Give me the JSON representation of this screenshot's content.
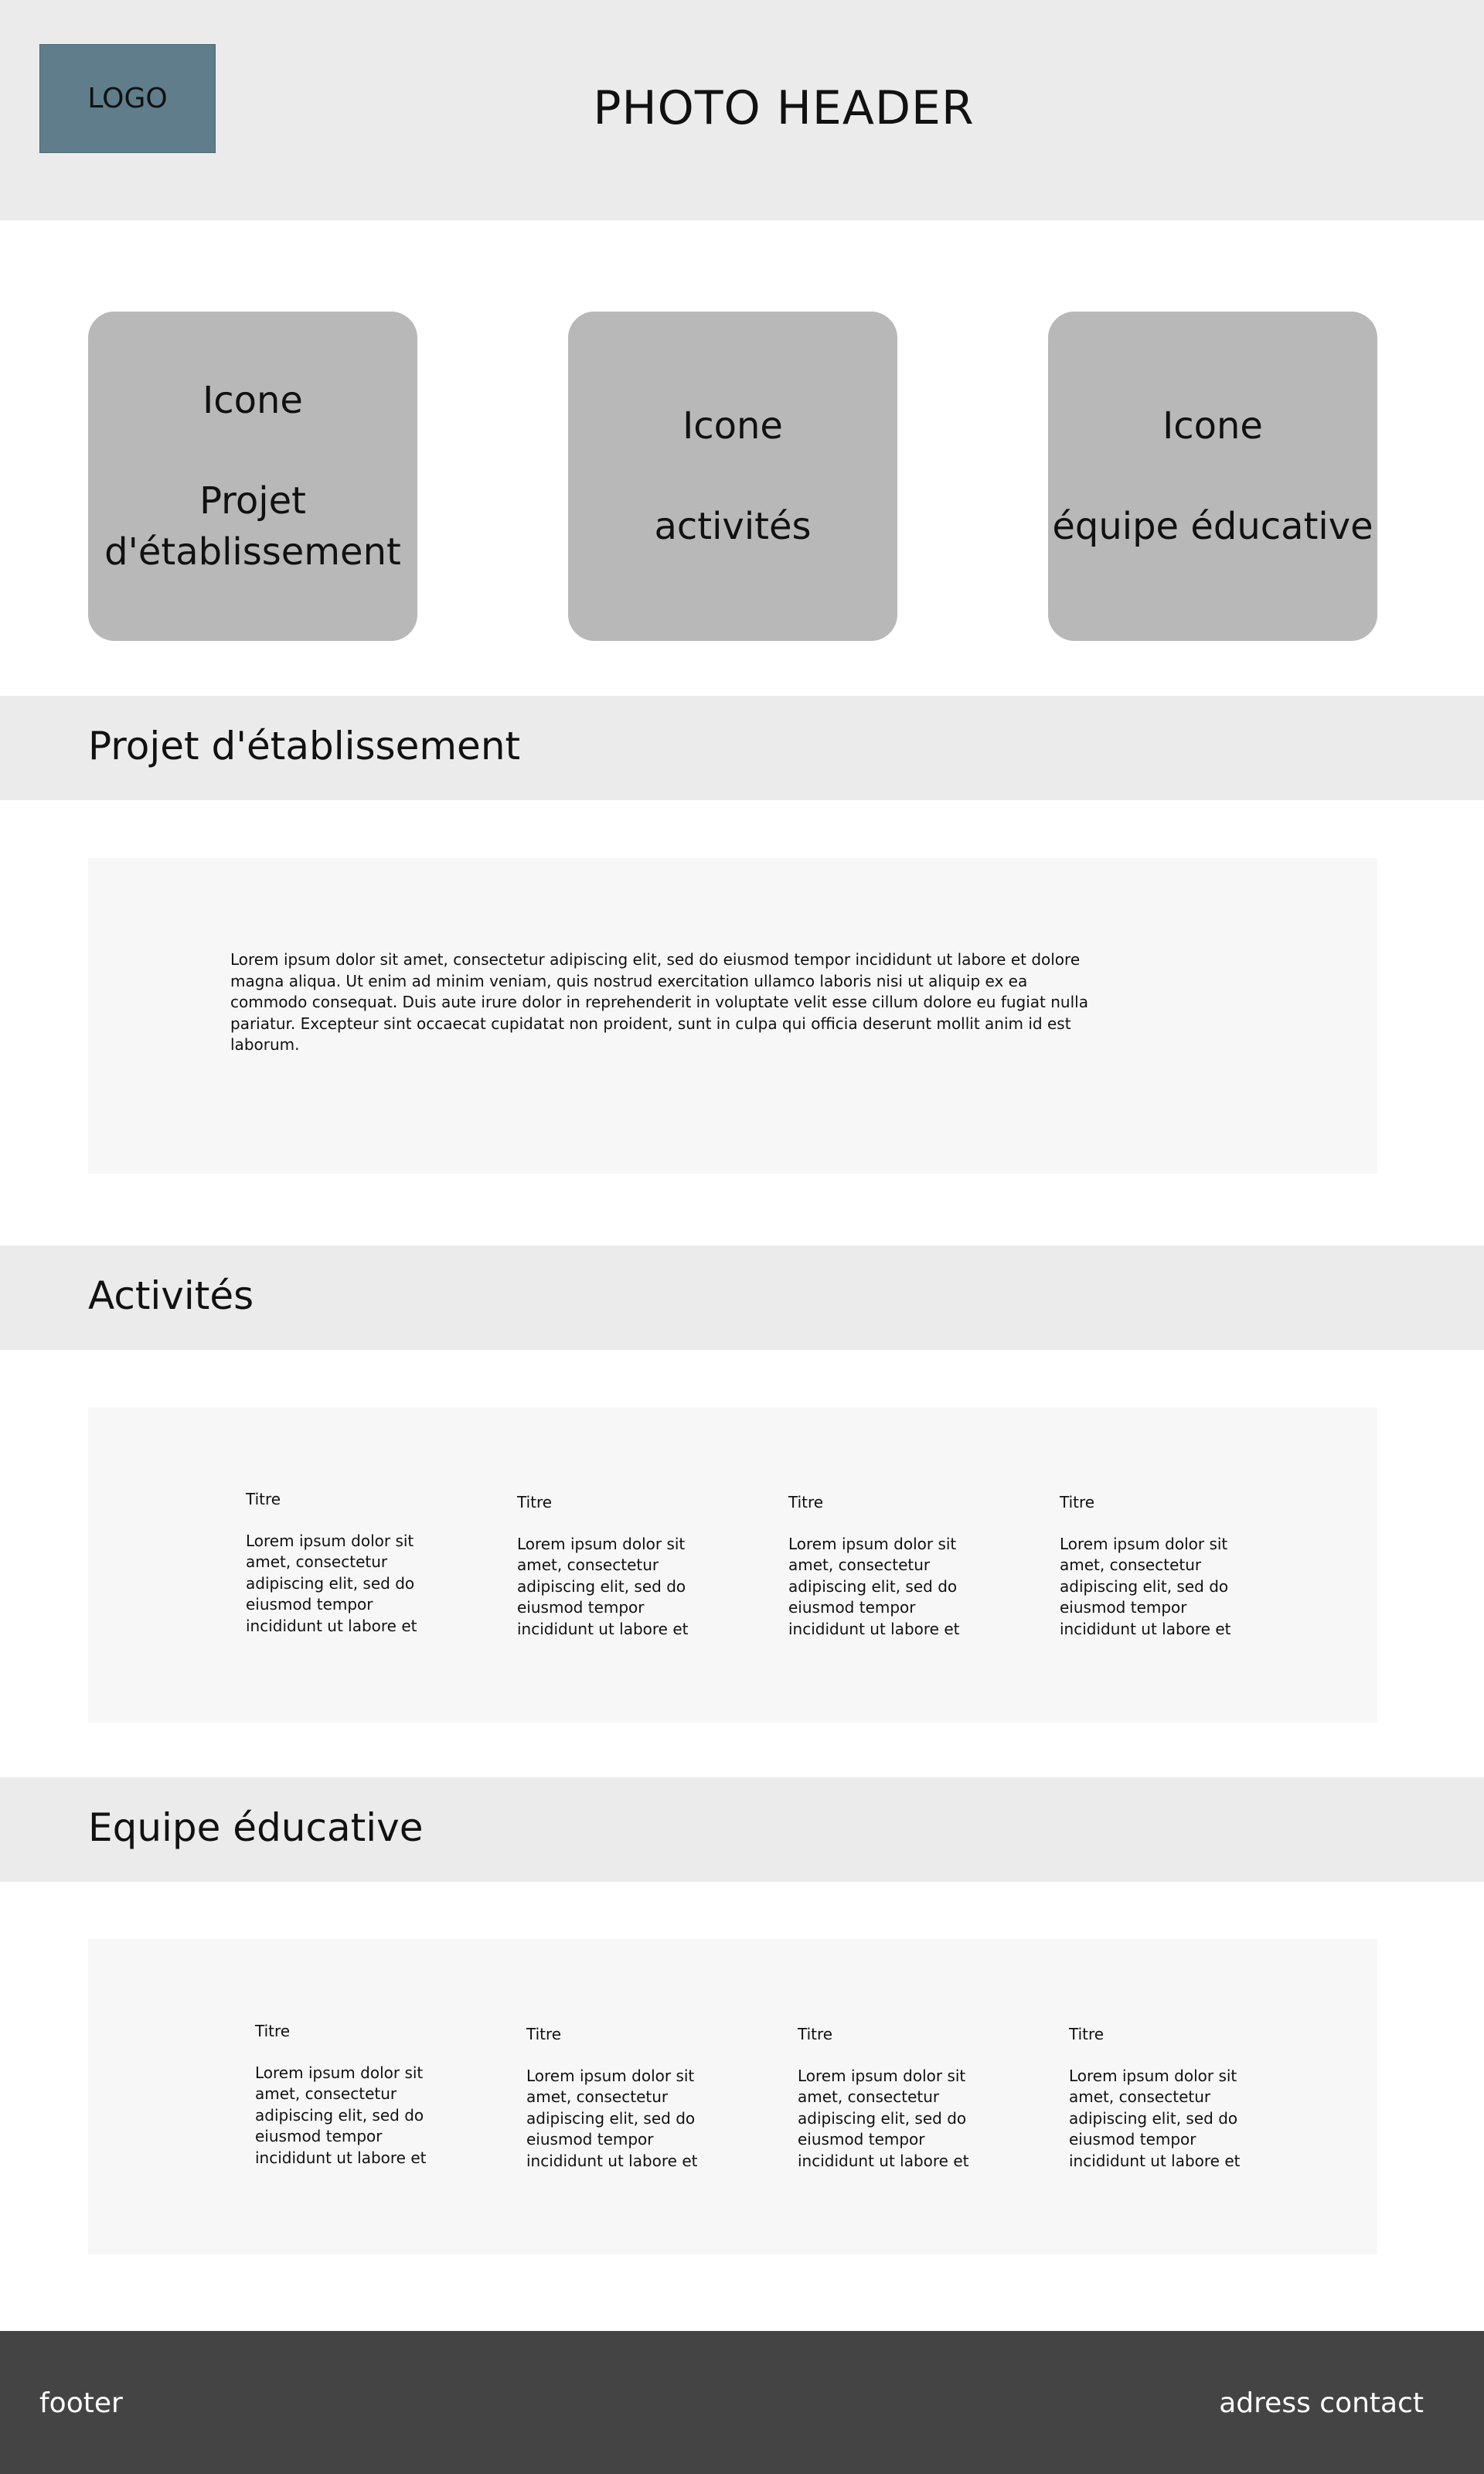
{
  "header": {
    "logo": "LOGO",
    "title": "PHOTO HEADER"
  },
  "cards": [
    {
      "icon": "Icone",
      "label_lines": [
        "Projet",
        "d'établissement"
      ]
    },
    {
      "icon": "Icone",
      "label_lines": [
        "activités"
      ]
    },
    {
      "icon": "Icone",
      "label_lines": [
        "équipe éducative"
      ]
    }
  ],
  "sections": {
    "projet": {
      "title": "Projet d'établissement",
      "text": "Lorem ipsum dolor sit amet, consectetur adipiscing elit, sed do eiusmod tempor incididunt ut labore et dolore magna aliqua. Ut enim ad minim veniam, quis nostrud exercitation ullamco laboris nisi ut aliquip ex ea commodo consequat. Duis aute irure dolor in reprehenderit in voluptate velit esse cillum dolore eu fugiat nulla pariatur. Excepteur sint occaecat cupidatat non proident, sunt in culpa qui officia deserunt mollit anim id est laborum."
    },
    "activites": {
      "title": "Activités",
      "items": [
        {
          "title": "Titre",
          "text": "Lorem ipsum dolor sit amet, consectetur adipiscing elit, sed do eiusmod tempor incididunt ut labore et"
        },
        {
          "title": "Titre",
          "text": "Lorem ipsum dolor sit amet, consectetur adipiscing elit, sed do eiusmod tempor incididunt ut labore et"
        },
        {
          "title": "Titre",
          "text": "Lorem ipsum dolor sit amet, consectetur adipiscing elit, sed do eiusmod tempor incididunt ut labore et"
        },
        {
          "title": "Titre",
          "text": "Lorem ipsum dolor sit amet, consectetur adipiscing elit, sed do eiusmod tempor incididunt ut labore et"
        }
      ]
    },
    "equipe": {
      "title": "Equipe éducative",
      "items": [
        {
          "title": "Titre",
          "text": "Lorem ipsum dolor sit amet, consectetur adipiscing elit, sed do eiusmod tempor incididunt ut labore et"
        },
        {
          "title": "Titre",
          "text": "Lorem ipsum dolor sit amet, consectetur adipiscing elit, sed do eiusmod tempor incididunt ut labore et"
        },
        {
          "title": "Titre",
          "text": "Lorem ipsum dolor sit amet, consectetur adipiscing elit, sed do eiusmod tempor incididunt ut labore et"
        },
        {
          "title": "Titre",
          "text": "Lorem ipsum dolor sit amet, consectetur adipiscing elit, sed do eiusmod tempor incididunt ut labore et"
        }
      ]
    }
  },
  "footer": {
    "left": "footer",
    "right": "adress contact"
  },
  "colors": {
    "header_bg": "#ebebeb",
    "logo_bg": "#607d8b",
    "card_bg": "#b8b8b8",
    "panel_bg": "#f7f7f7",
    "footer_bg": "#444444"
  }
}
